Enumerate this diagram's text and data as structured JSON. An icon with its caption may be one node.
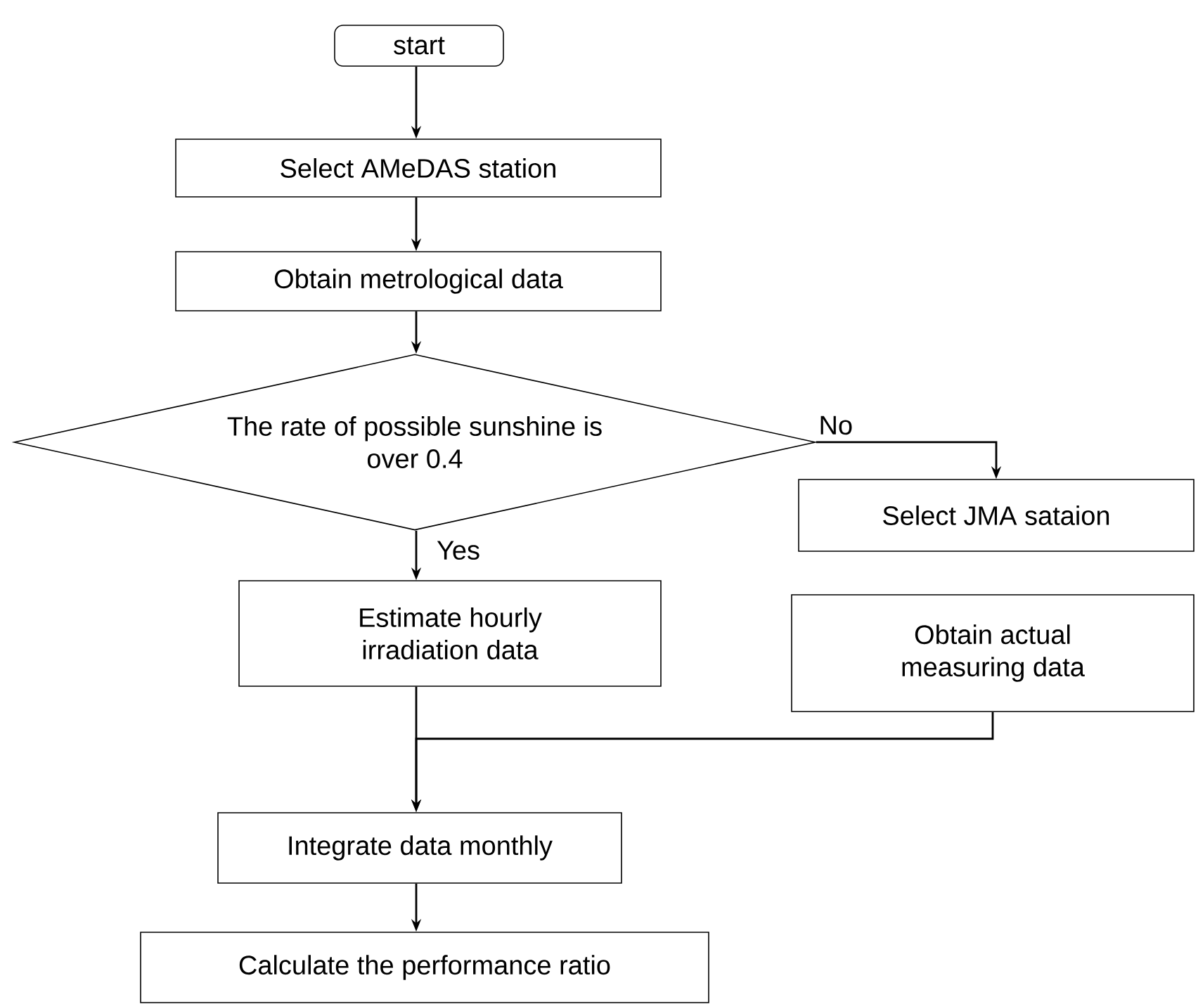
{
  "diagram": {
    "nodes": [
      {
        "text": [
          "start"
        ]
      },
      {
        "text": [
          "Select AMeDAS station"
        ]
      },
      {
        "text": [
          "Obtain metrological data"
        ]
      },
      {
        "text": [
          "The rate of possible sunshine is over 0.4"
        ]
      },
      {
        "text": [
          "Estimate hourly irradiation data"
        ]
      },
      {
        "text": [
          "Select JMA sataion"
        ]
      },
      {
        "text": [
          "Obtain actual measuring data"
        ]
      },
      {
        "text": [
          "Integrate data monthly"
        ]
      },
      {
        "text": [
          "Calculate the performance ratio"
        ]
      }
    ],
    "edges": [
      {
        "from": 0,
        "to": 1,
        "arrow": "to"
      },
      {
        "from": 1,
        "to": 2,
        "arrow": "to"
      },
      {
        "from": 2,
        "to": 3,
        "arrow": "to"
      },
      {
        "from": 3,
        "to": 5,
        "arrow": "to",
        "label": "No"
      },
      {
        "from": 3,
        "to": 4,
        "arrow": "to",
        "label": "Yes"
      },
      {
        "from": 4,
        "to": 7,
        "arrow": "to"
      },
      {
        "from": 6,
        "to": 7,
        "arrow": "to"
      },
      {
        "from": 7,
        "to": 8,
        "arrow": "to"
      }
    ]
  }
}
